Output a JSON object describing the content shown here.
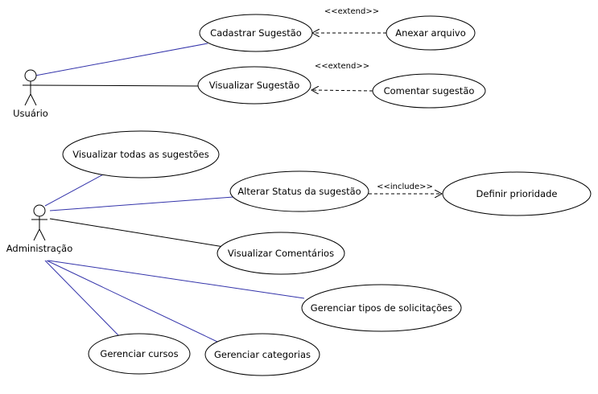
{
  "diagram": {
    "colors": {
      "background": "#ffffff",
      "ellipse_stroke": "#000000",
      "ellipse_fill": "#ffffff",
      "blue_association": "#3333aa",
      "black_association": "#000000"
    },
    "actors": {
      "usuario": {
        "label": "Usuário"
      },
      "administracao": {
        "label": "Administração"
      }
    },
    "use_cases": {
      "cadastrar": "Cadastrar Sugestão",
      "anexar": "Anexar arquivo",
      "visualizar": "Visualizar Sugestão",
      "comentar": "Comentar sugestão",
      "visualizar_todas": "Visualizar todas as sugestões",
      "alterar_status": "Alterar Status da sugestão",
      "definir_prioridade": "Definir prioridade",
      "visualizar_comentarios": "Visualizar Comentários",
      "gerenciar_tipos": "Gerenciar tipos de solicitações",
      "gerenciar_cursos": "Gerenciar cursos",
      "gerenciar_categorias": "Gerenciar categorias"
    },
    "stereotypes": {
      "extend_anexar": "<<extend>>",
      "extend_comentar": "<<extend>>",
      "include_prioridade": "<<include>>"
    }
  }
}
